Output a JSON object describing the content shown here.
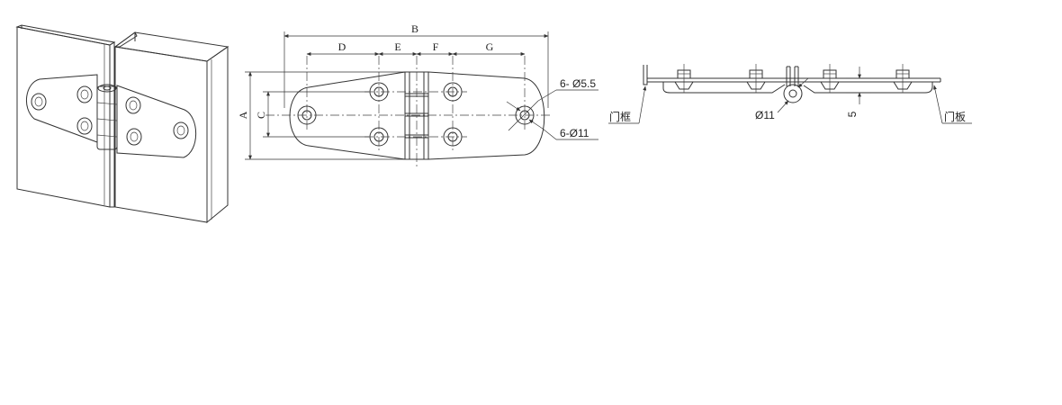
{
  "dimension_letters": {
    "a": "A",
    "b": "B",
    "c": "C",
    "d": "D",
    "e": "E",
    "f": "F",
    "g": "G"
  },
  "callouts": {
    "small_hole": "6- Ø5.5",
    "large_hole": "6-Ø11",
    "pin_diameter": "Ø11",
    "offset": "5",
    "door_frame": "门框",
    "door_panel": "门板"
  },
  "colors": {
    "line": "#333333",
    "wall_fill": "#ffffff"
  }
}
